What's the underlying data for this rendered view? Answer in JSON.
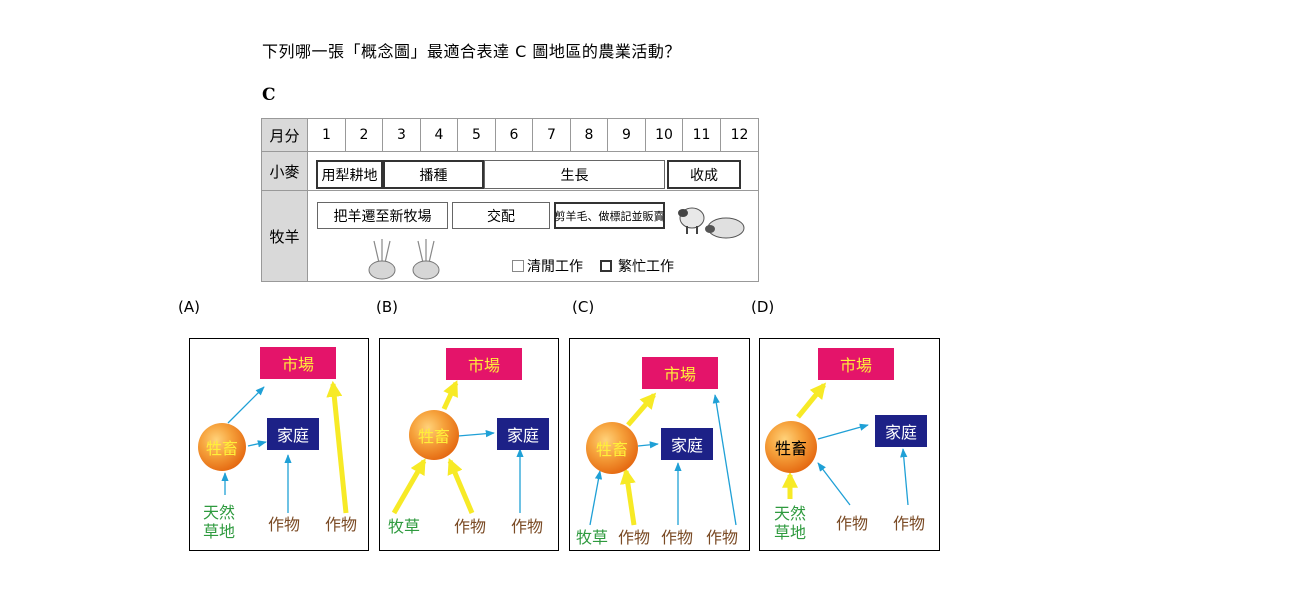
{
  "question": "下列哪一張「概念圖」最適合表達 C 圖地區的農業活動？",
  "figure_label": "C",
  "calendar": {
    "header_label": "月分",
    "months": [
      "1",
      "2",
      "3",
      "4",
      "5",
      "6",
      "7",
      "8",
      "9",
      "10",
      "11",
      "12"
    ],
    "wheat": {
      "label": "小麥",
      "activities": [
        "用犁耕地",
        "播種",
        "生長",
        "收成"
      ]
    },
    "sheep": {
      "label": "牧羊",
      "activities": [
        "把羊遷至新牧場",
        "交配",
        "剪羊毛、做標記並販賣"
      ]
    },
    "legend": {
      "idle": "清閒工作",
      "busy": "繁忙工作"
    }
  },
  "options": [
    {
      "label": "(A)",
      "market": "市場",
      "home": "家庭",
      "livestock": "牲畜",
      "sources": [
        "天然\n草地",
        "作物",
        "作物"
      ]
    },
    {
      "label": "(B)",
      "market": "市場",
      "home": "家庭",
      "livestock": "牲畜",
      "sources": [
        "牧草",
        "作物",
        "作物"
      ]
    },
    {
      "label": "(C)",
      "market": "市場",
      "home": "家庭",
      "livestock": "牲畜",
      "sources": [
        "牧草",
        "作物",
        "作物",
        "作物"
      ]
    },
    {
      "label": "(D)",
      "market": "市場",
      "home": "家庭",
      "livestock": "牲畜",
      "sources": [
        "天然\n草地",
        "作物",
        "作物"
      ]
    }
  ],
  "colors": {
    "market_bg": "#e4146a",
    "market_text": "#ffef3a",
    "home_bg": "#1d2187",
    "thin_arrow": "#1fa0d6",
    "thick_arrow": "#f7ea26",
    "grass_text": "#2e9a3e",
    "crop_text": "#7a4a24"
  }
}
